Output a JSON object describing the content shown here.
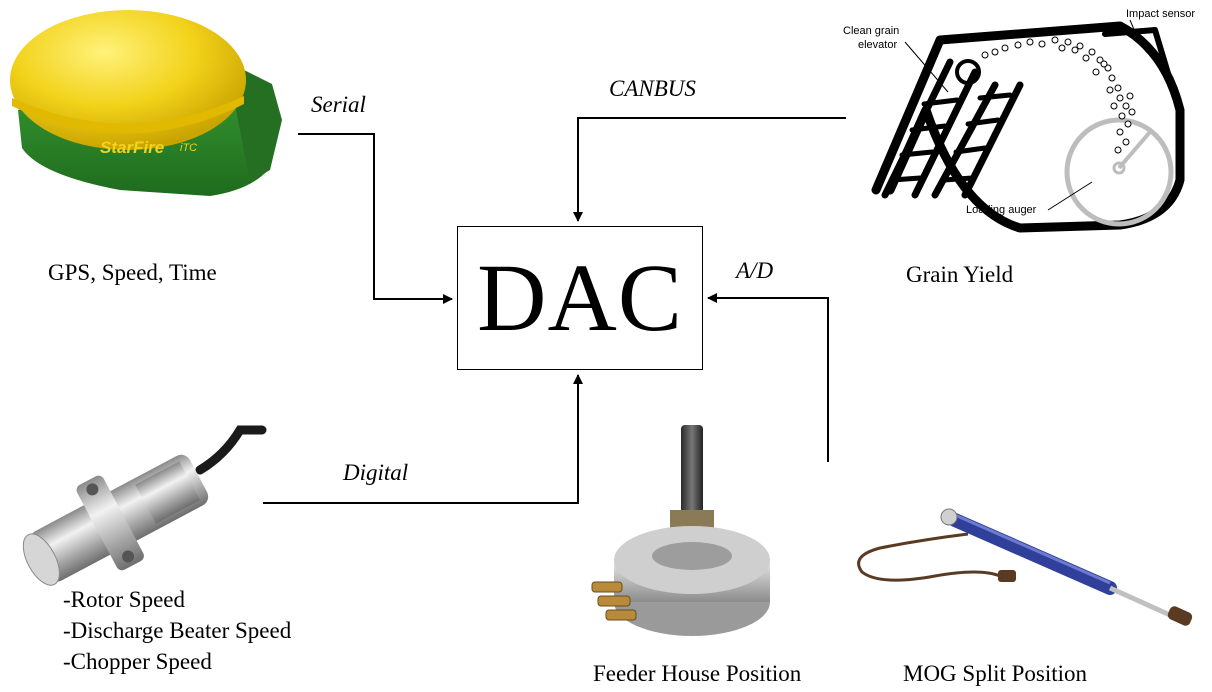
{
  "center": {
    "title": "DAC"
  },
  "connections": {
    "serial": "Serial",
    "canbus": "CANBUS",
    "ad": "A/D",
    "digital": "Digital"
  },
  "gps": {
    "brand": "StarFire",
    "model": "iTC",
    "caption": "GPS, Speed, Time"
  },
  "grain": {
    "caption": "Grain Yield",
    "labels": {
      "impact": "Impact sensor",
      "elevator_1": "Clean grain",
      "elevator_2": "elevator",
      "auger": "Loading auger"
    }
  },
  "speed_sensor": {
    "items": [
      "-Rotor Speed",
      "-Discharge Beater Speed",
      "-Chopper Speed"
    ]
  },
  "feeder": {
    "caption": "Feeder House Position"
  },
  "mog": {
    "caption": "MOG Split Position"
  },
  "colors": {
    "gps_yellow": "#f2d21a",
    "gps_green": "#2f8a2c",
    "rod_blue": "#2f3f9a",
    "metal": "#b8b8b8"
  }
}
